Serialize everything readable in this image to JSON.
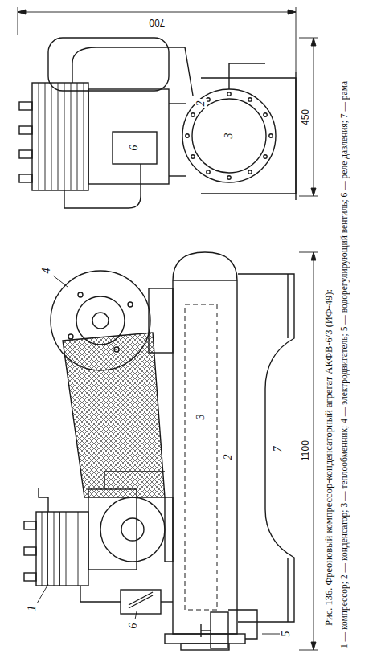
{
  "diagram": {
    "caption": "Рис. 136. Фреоновый компрессор-конденсаторный агрегат АКФВ-6/3 (ИФ-49):",
    "labels": [
      "1",
      "2",
      "3",
      "4",
      "5",
      "6",
      "7",
      "6",
      "2",
      "3",
      "1100",
      "700",
      "450",
      "1 — компрессор; 2 — конденсатор; 3 — теплообменник; 4 — электродвигатель; 5 — водорегулирующий вентиль; 6 — реле давления; 7 — рама"
    ]
  }
}
